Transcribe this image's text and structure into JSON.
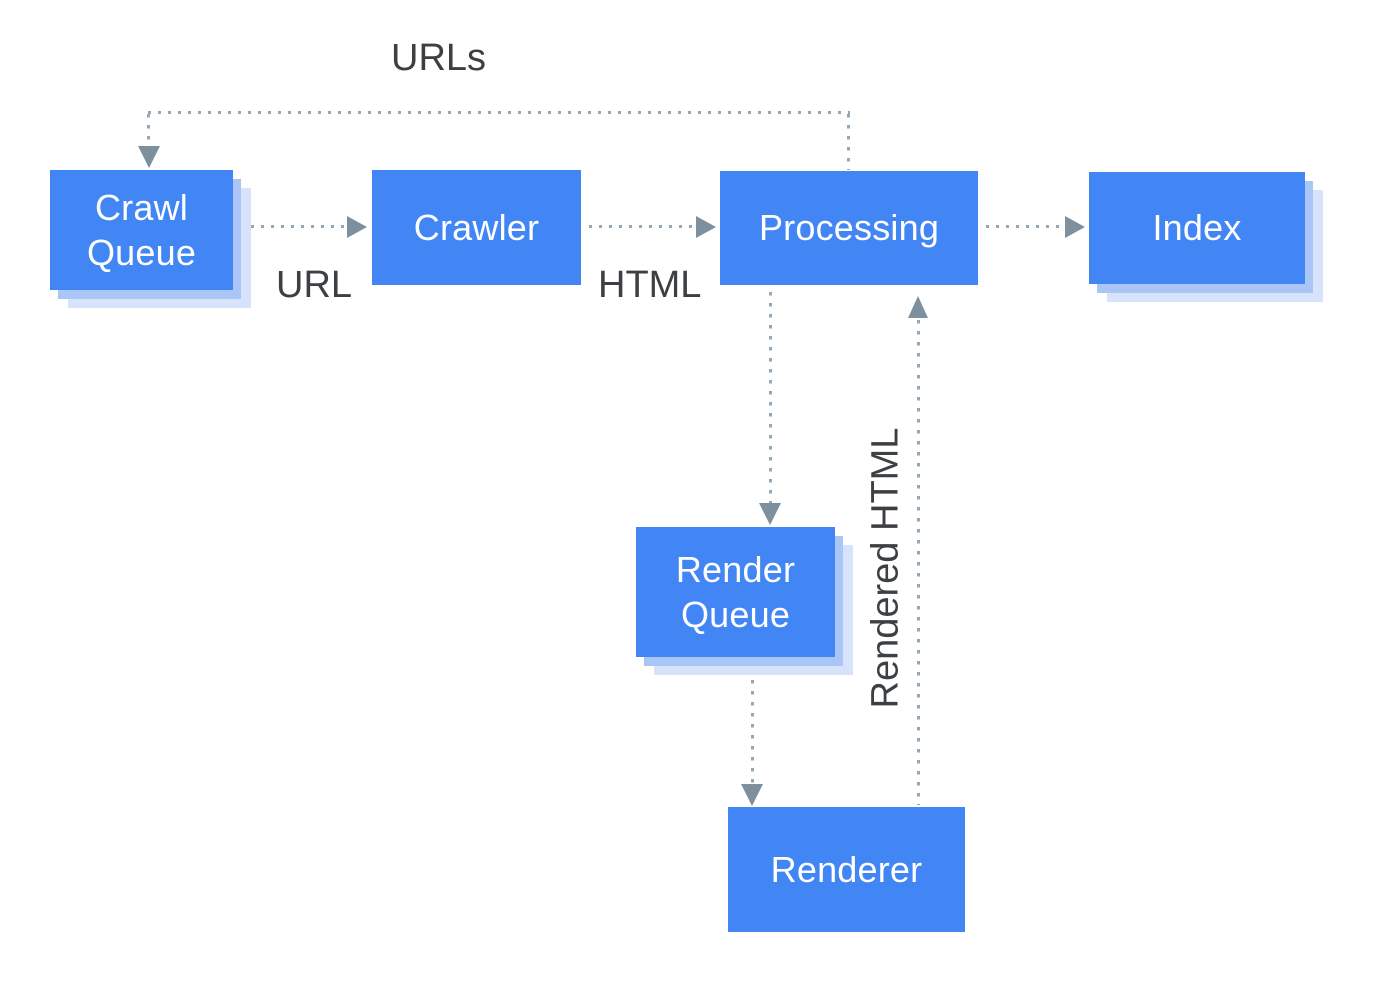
{
  "diagram": {
    "description": "Googlebot crawl-render-index pipeline flowchart",
    "nodes": [
      {
        "id": "crawl-queue",
        "label": "Crawl Queue",
        "shadow": true
      },
      {
        "id": "crawler",
        "label": "Crawler",
        "shadow": false
      },
      {
        "id": "processing",
        "label": "Processing",
        "shadow": false
      },
      {
        "id": "index",
        "label": "Index",
        "shadow": true
      },
      {
        "id": "render-queue",
        "label": "Render Queue",
        "shadow": true
      },
      {
        "id": "renderer",
        "label": "Renderer",
        "shadow": false
      }
    ],
    "edge_labels": {
      "urls": "URLs",
      "url": "URL",
      "html": "HTML",
      "rendered_html": "Rendered HTML"
    },
    "edges": [
      {
        "from": "processing",
        "to": "crawl-queue",
        "label": "URLs",
        "style": "dotted"
      },
      {
        "from": "crawl-queue",
        "to": "crawler",
        "label": "URL",
        "style": "dotted"
      },
      {
        "from": "crawler",
        "to": "processing",
        "label": "HTML",
        "style": "dotted"
      },
      {
        "from": "processing",
        "to": "index",
        "label": "",
        "style": "dotted"
      },
      {
        "from": "processing",
        "to": "render-queue",
        "label": "",
        "style": "dotted"
      },
      {
        "from": "render-queue",
        "to": "renderer",
        "label": "",
        "style": "dotted"
      },
      {
        "from": "renderer",
        "to": "processing",
        "label": "Rendered HTML",
        "style": "dotted"
      }
    ],
    "colors": {
      "node_fill": "#4285F4",
      "node_text": "#FFFFFF",
      "shadow_inner": "#A9C6F7",
      "shadow_outer": "#D6E3FB",
      "connector": "#93A7B4",
      "arrowhead": "#7E909D",
      "label_text": "#3C4043",
      "canvas_bg": "#FFFFFF"
    }
  }
}
